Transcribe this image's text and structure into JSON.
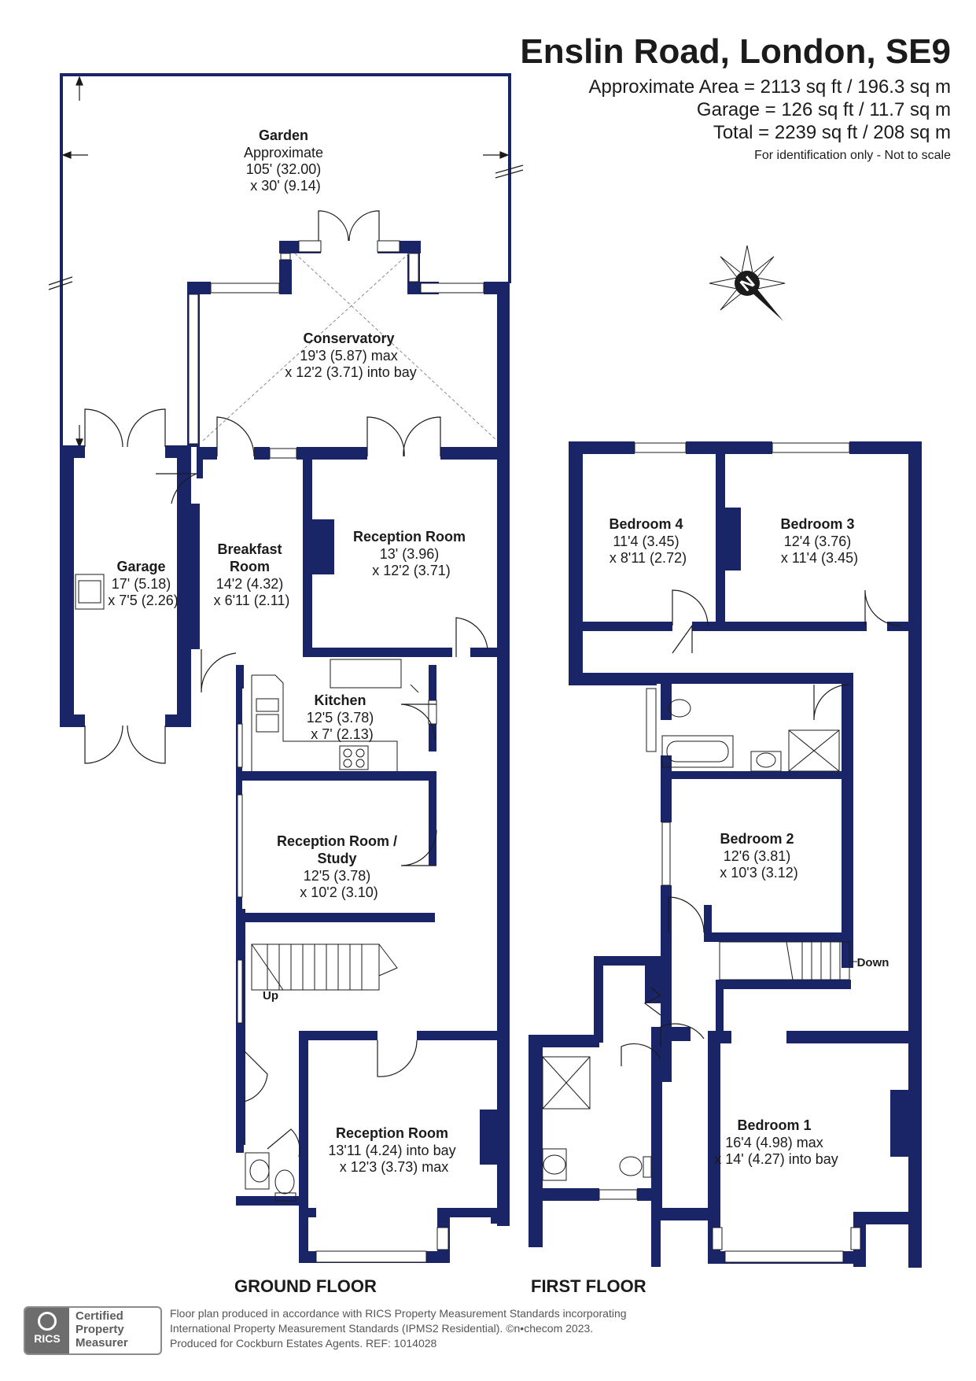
{
  "header": {
    "title": "Enslin Road, London, SE9",
    "approx_area": "Approximate Area = 2113 sq ft / 196.3 sq m",
    "garage_area": "Garage = 126 sq ft / 11.7 sq m",
    "total_area": "Total = 2239 sq ft / 208 sq m",
    "note": "For identification only - Not to scale"
  },
  "compass": {
    "letter": "N",
    "icon": "compass-rose-icon"
  },
  "colors": {
    "wall": "#1a2568",
    "line": "#1b1b1b",
    "badge": "#6d6d6d"
  },
  "ground_floor": {
    "label": "GROUND FLOOR",
    "garden": {
      "name": "Garden",
      "l1": "Approximate",
      "l2": "105' (32.00)",
      "l3": "x 30' (9.14)"
    },
    "conservatory": {
      "name": "Conservatory",
      "l1": "19'3 (5.87) max",
      "l2": "x 12'2 (3.71) into bay"
    },
    "garage": {
      "name": "Garage",
      "l1": "17' (5.18)",
      "l2": "x 7'5 (2.26)"
    },
    "breakfast": {
      "name1": "Breakfast",
      "name2": "Room",
      "l1": "14'2 (4.32)",
      "l2": "x 6'11 (2.11)"
    },
    "reception_rear": {
      "name": "Reception Room",
      "l1": "13' (3.96)",
      "l2": "x 12'2 (3.71)"
    },
    "kitchen": {
      "name": "Kitchen",
      "l1": "12'5 (3.78)",
      "l2": "x 7' (2.13)"
    },
    "study": {
      "name1": "Reception Room /",
      "name2": "Study",
      "l1": "12'5 (3.78)",
      "l2": "x 10'2 (3.10)"
    },
    "reception_front": {
      "name": "Reception Room",
      "l1": "13'11 (4.24) into bay",
      "l2": "x 12'3 (3.73) max"
    },
    "stairs_label": "Up"
  },
  "first_floor": {
    "label": "FIRST FLOOR",
    "bedroom4": {
      "name": "Bedroom 4",
      "l1": "11'4 (3.45)",
      "l2": "x 8'11 (2.72)"
    },
    "bedroom3": {
      "name": "Bedroom 3",
      "l1": "12'4 (3.76)",
      "l2": "x 11'4 (3.45)"
    },
    "bedroom2": {
      "name": "Bedroom 2",
      "l1": "12'6 (3.81)",
      "l2": "x 10'3 (3.12)"
    },
    "bedroom1": {
      "name": "Bedroom 1",
      "l1": "16'4 (4.98) max",
      "l2": "x 14' (4.27) into bay"
    },
    "stairs_label": "Down"
  },
  "footer": {
    "badge": {
      "logo": "RICS",
      "line1": "Certified",
      "line2": "Property",
      "line3": "Measurer"
    },
    "text1": "Floor plan produced in accordance with RICS Property Measurement Standards incorporating",
    "text2": "International Property Measurement Standards (IPMS2 Residential).  ©n•checom 2023.",
    "text3": "Produced for Cockburn Estates Agents.   REF:  1014028"
  }
}
